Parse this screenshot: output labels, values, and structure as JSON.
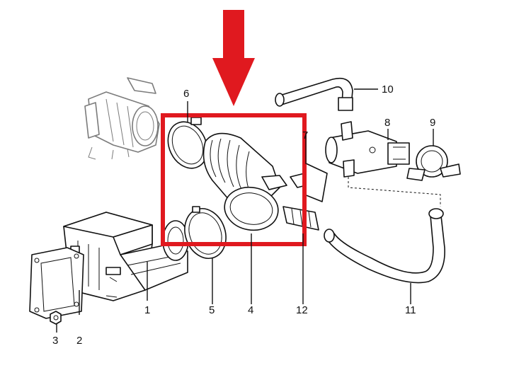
{
  "colors": {
    "highlight": "#e0191f",
    "ink": "#111111",
    "background": "#ffffff"
  },
  "callouts": [
    {
      "id": "1",
      "label": "1"
    },
    {
      "id": "2",
      "label": "2"
    },
    {
      "id": "3",
      "label": "3"
    },
    {
      "id": "4",
      "label": "4"
    },
    {
      "id": "5",
      "label": "5"
    },
    {
      "id": "6",
      "label": "6"
    },
    {
      "id": "7",
      "label": "7"
    },
    {
      "id": "8",
      "label": "8"
    },
    {
      "id": "9",
      "label": "9"
    },
    {
      "id": "10",
      "label": "10"
    },
    {
      "id": "11",
      "label": "11"
    },
    {
      "id": "12",
      "label": "12"
    }
  ],
  "icons": {
    "pointer": "down-arrow-icon"
  }
}
